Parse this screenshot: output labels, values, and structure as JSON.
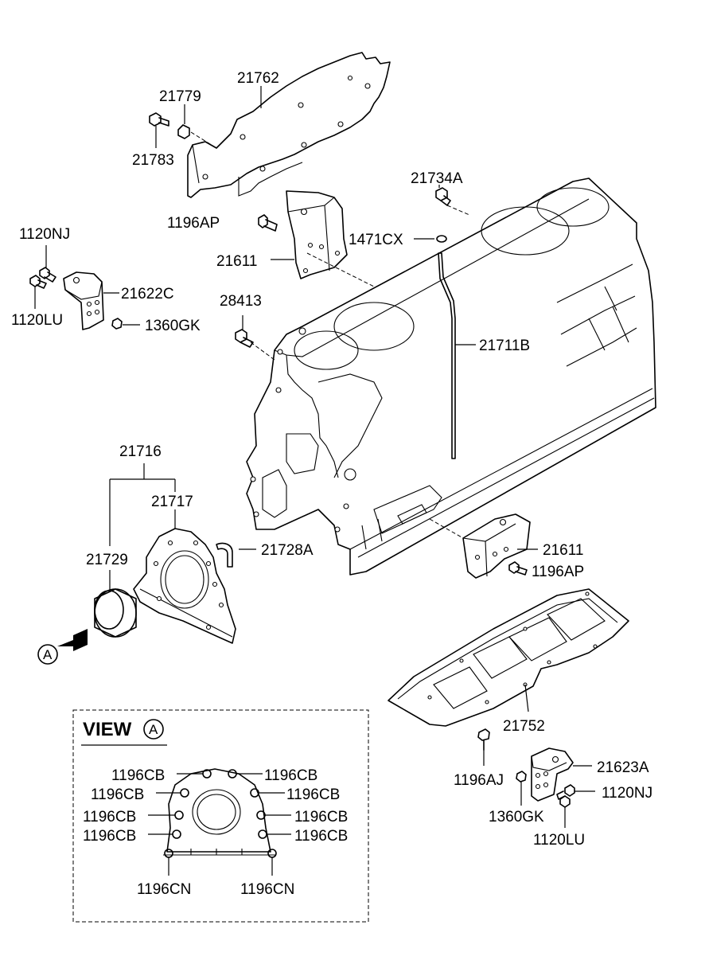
{
  "labels": {
    "p21762": "21762",
    "p21779": "21779",
    "p21783": "21783",
    "p21734A": "21734A",
    "p1196AP_top": "1196AP",
    "p1471CX": "1471CX",
    "p21611_top": "21611",
    "p1120NJ_left": "1120NJ",
    "p21622C": "21622C",
    "p1120LU_left": "1120LU",
    "p1360GK_left": "1360GK",
    "p28413": "28413",
    "p21711B": "21711B",
    "p21716": "21716",
    "p21717": "21717",
    "p21729": "21729",
    "p21728A": "21728A",
    "p21611_bottom": "21611",
    "p1196AP_bottom": "1196AP",
    "p21752": "21752",
    "p1196AJ": "1196AJ",
    "p21623A": "21623A",
    "p1120NJ_right": "1120NJ",
    "p1360GK_right": "1360GK",
    "p1120LU_right": "1120LU",
    "arrow_letter": "A"
  },
  "view": {
    "title": "VIEW",
    "letter": "A",
    "cb_left_1": "1196CB",
    "cb_right_1": "1196CB",
    "cb_left_2": "1196CB",
    "cb_right_2": "1196CB",
    "cb_left_3": "1196CB",
    "cb_right_3": "1196CB",
    "cb_left_4": "1196CB",
    "cb_right_4": "1196CB",
    "cn_left": "1196CN",
    "cn_right": "1196CN"
  }
}
